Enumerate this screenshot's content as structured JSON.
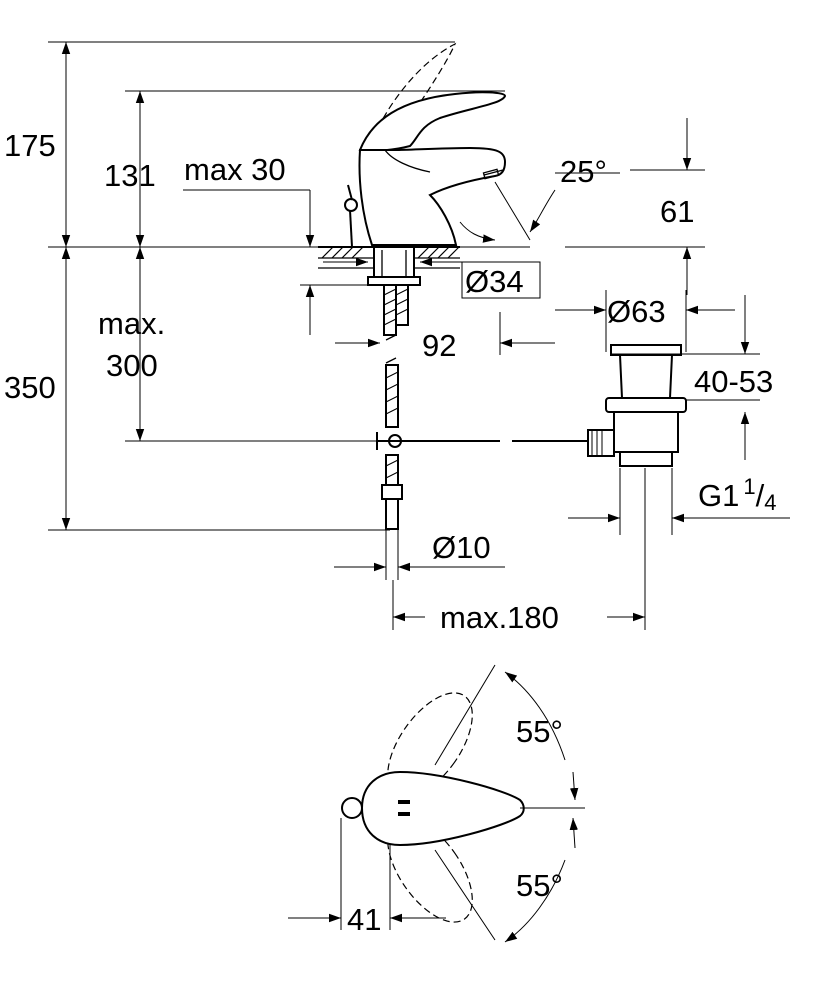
{
  "dimensions": {
    "total_height": "175",
    "spout_height": "131",
    "deck_thickness": "max 30",
    "spout_angle": "25°",
    "spout_outlet_height": "61",
    "hole_diameter": "Ø34",
    "hose_length_label": "max.",
    "hose_length_value": "300",
    "under_deck_length": "350",
    "spout_reach": "92",
    "waste_diameter": "Ø63",
    "waste_range": "40-53",
    "waste_thread_prefix": "G1",
    "waste_thread_num": "1",
    "waste_thread_sep": "/",
    "waste_thread_den": "4",
    "hose_diameter": "Ø10",
    "pull_rod_reach": "max.180",
    "lever_angle_upper": "55°",
    "lever_angle_lower": "55°",
    "pop_up_offset": "41"
  }
}
